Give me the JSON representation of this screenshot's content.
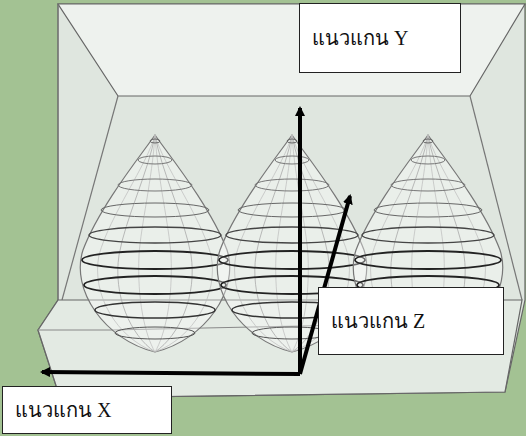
{
  "diagram": {
    "nodes": [
      {
        "text": [
          "แนวแกน Y"
        ]
      },
      {
        "text": [
          "แนวแกน Z"
        ]
      },
      {
        "text": [
          "แนวแกน X"
        ]
      }
    ]
  }
}
